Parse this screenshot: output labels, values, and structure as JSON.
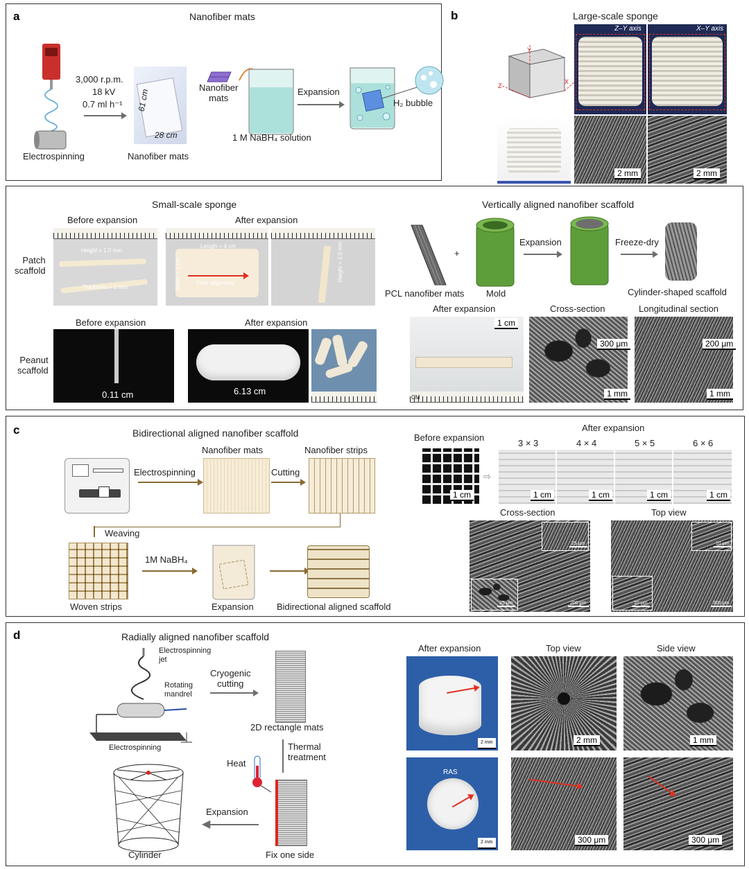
{
  "panels": {
    "a": "a",
    "b": "b",
    "c": "c",
    "d": "d"
  },
  "a": {
    "title": "Nanofiber mats",
    "params": [
      "3,000 r.p.m.",
      "18 kV",
      "0.7 ml h⁻¹"
    ],
    "dim_h": "61 cm",
    "dim_w": "28 cm",
    "electrospinning": "Electrospinning",
    "mats_caption": "Nanofiber mats",
    "mats_label": "Nanofiber\nmats",
    "solution": "1 M NaBH₄ solution",
    "expansion": "Expansion",
    "bubble": "H₂ bubble"
  },
  "b": {
    "title": "Large-scale sponge",
    "zy": "Z–Y axis",
    "xy": "X–Y axis",
    "axis_y": "Y",
    "axis_x": "X",
    "axis_z": "Z",
    "sb1": "2 mm",
    "sb2": "2 mm"
  },
  "small": {
    "title": "Small-scale sponge",
    "before": "Before expansion",
    "after": "After expansion",
    "patch": "Patch\nscaffold",
    "peanut": "Peanut\nscaffold",
    "height": "Height = 1.0 mm",
    "thickness": "Thickness = 1 mm",
    "length": "Length = 4 cm",
    "width": "Width = 2 cm",
    "alignment": "Fiber alignment",
    "height2": "Height = 1.0 mm",
    "sz1": "0.11 cm",
    "sz2": "6.13 cm"
  },
  "vert": {
    "title": "Vertically aligned nanofiber scaffold",
    "pcl": "PCL nanofiber mats",
    "plus": "+",
    "mold": "Mold",
    "expansion": "Expansion",
    "freeze": "Freeze-dry",
    "cylinder": "Cylinder-shaped scaffold",
    "after": "After expansion",
    "cross": "Cross-section",
    "longi": "Longitudinal section",
    "sb_1cm": "1 cm",
    "sb_300": "300 μm",
    "sb_1mm": "1 mm",
    "sb_200": "200 μm",
    "sb_1mm2": "1 mm",
    "cm": "CM"
  },
  "c": {
    "title": "Bidirectional aligned nanofiber scaffold",
    "electrospinning": "Electrospinning",
    "mats": "Nanofiber mats",
    "cutting": "Cutting",
    "strips": "Nanofiber strips",
    "weaving": "Weaving",
    "nabh": "1M NaBH₄",
    "woven": "Woven strips",
    "expansion": "Expansion",
    "scaffold": "Bidirectional aligned scaffold",
    "before": "Before expansion",
    "after": "After expansion",
    "grids": [
      "3 × 3",
      "4 × 4",
      "5 × 5",
      "6 × 6"
    ],
    "sb_cm": "1 cm",
    "cross": "Cross-section",
    "top": "Top view",
    "sb_25": "25 μm",
    "sb_10": "10 μm",
    "sb_200": "200 μm",
    "sb_300": "300 μm"
  },
  "d": {
    "title": "Radially aligned nanofiber scaffold",
    "jet": "Electrospinning\njet",
    "mandrel": "Rotating\nmandrel",
    "electrospinning": "Electrospinning",
    "cryo": "Cryogenic\ncutting",
    "rect": "2D rectangle mats",
    "thermal": "Thermal\ntreatment",
    "heat": "Heat",
    "expansion": "Expansion",
    "cylinder": "Cylinder",
    "fix": "Fix one side",
    "after": "After expansion",
    "top": "Top view",
    "side": "Side view",
    "ras": "RAS",
    "sb_2mm": "2 mm",
    "sb_1mm": "1 mm",
    "sb_300": "300 μm",
    "sb_small": "2 mm"
  }
}
